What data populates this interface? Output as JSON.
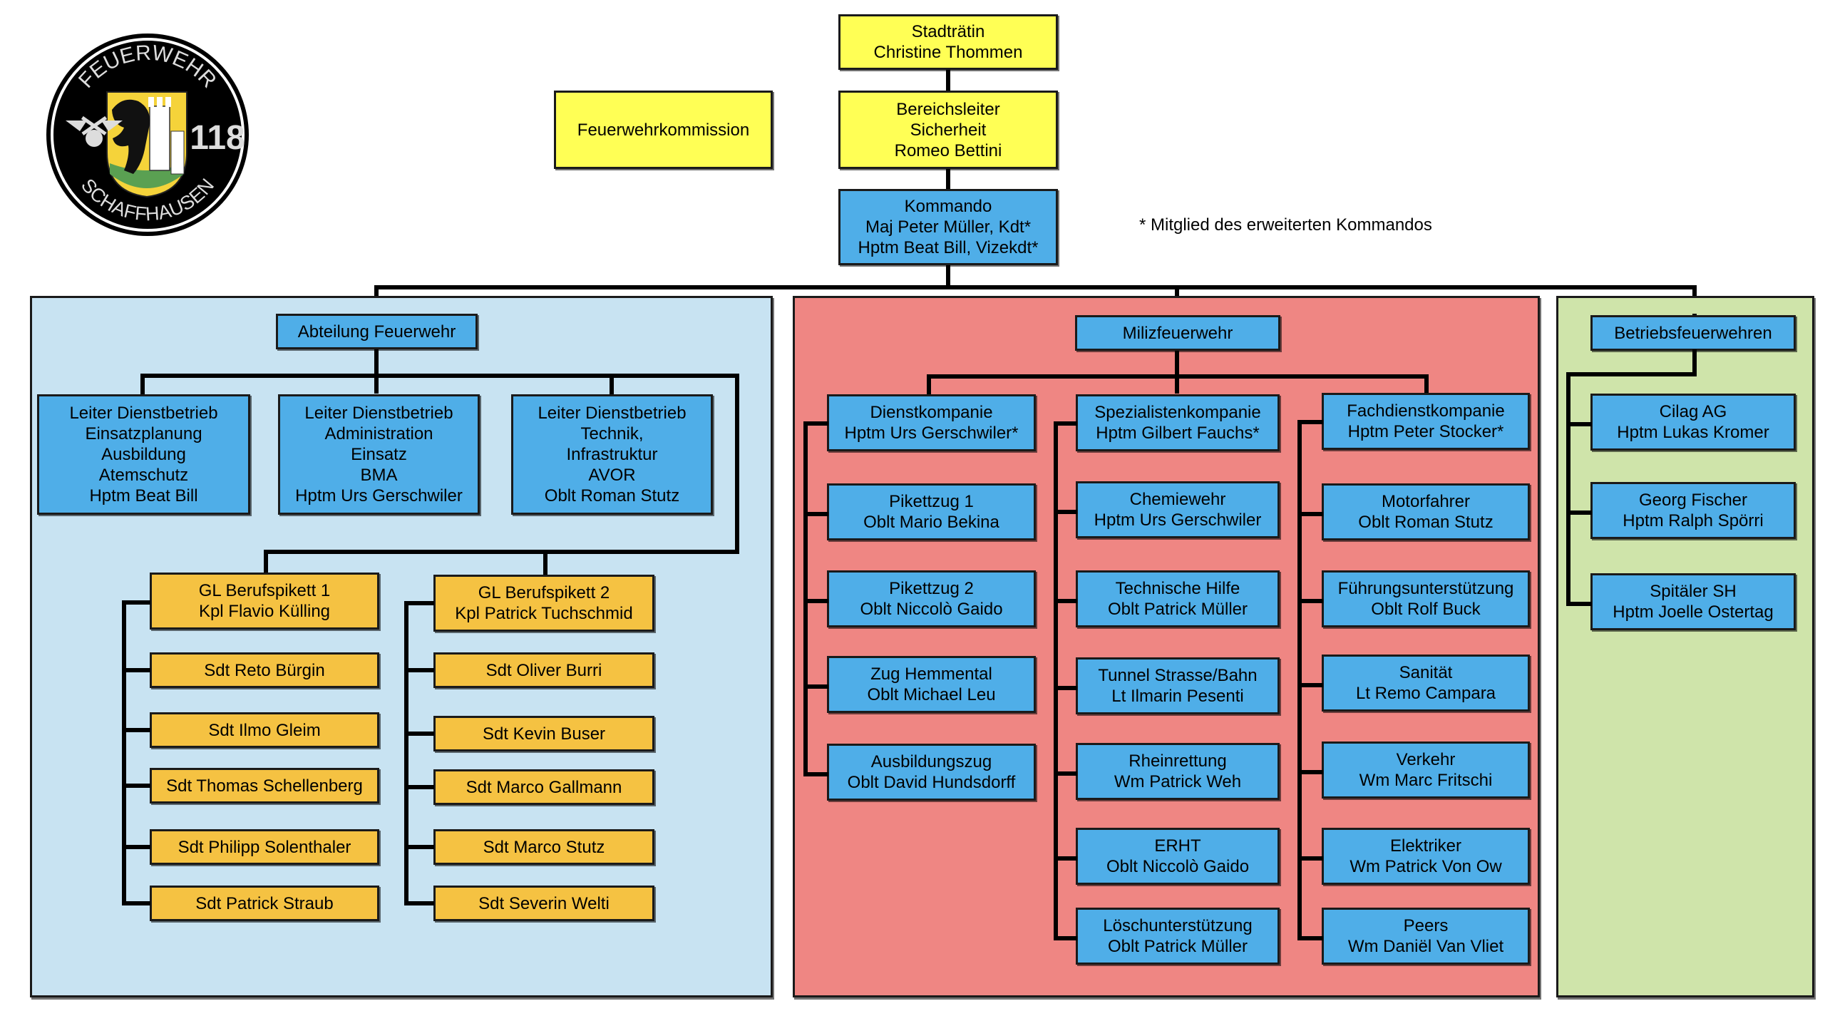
{
  "logo": {
    "top_text": "FEUERWEHR",
    "bottom_text": "SCHAFFHAUSEN",
    "number": "118",
    "colors": {
      "ring": "#000000",
      "shield_yellow": "#f5d33a",
      "hill_green": "#5aa052"
    }
  },
  "top": {
    "stadtraetin": "Stadträtin\nChristine Thommen",
    "bereichsleiter": "Bereichsleiter\nSicherheit\nRomeo Bettini",
    "kommission": "Feuerwehrkommission",
    "kommando": "Kommando\nMaj Peter Müller, Kdt*\nHptm Beat Bill, Vizekdt*",
    "footnote": "* Mitglied des erweiterten Kommandos"
  },
  "abteilung": {
    "title": "Abteilung Feuerwehr",
    "leiter": [
      "Leiter Dienstbetrieb\nEinsatzplanung\nAusbildung\nAtemschutz\nHptm Beat Bill",
      "Leiter Dienstbetrieb\nAdministration\nEinsatz\nBMA\nHptm Urs Gerschwiler",
      "Leiter Dienstbetrieb\nTechnik,\nInfrastruktur\nAVOR\nOblt Roman Stutz"
    ],
    "pikett1": {
      "head": "GL Berufspikett 1\nKpl Flavio Külling",
      "members": [
        "Sdt Reto Bürgin",
        "Sdt Ilmo Gleim",
        "Sdt Thomas Schellenberg",
        "Sdt Philipp Solenthaler",
        "Sdt Patrick Straub"
      ]
    },
    "pikett2": {
      "head": "GL Berufspikett 2\nKpl Patrick Tuchschmid",
      "members": [
        "Sdt Oliver Burri",
        "Sdt Kevin Buser",
        "Sdt Marco Gallmann",
        "Sdt Marco Stutz",
        "Sdt Severin Welti"
      ]
    }
  },
  "miliz": {
    "title": "Milizfeuerwehr",
    "columns": [
      {
        "head": "Dienstkompanie\nHptm Urs Gerschwiler*",
        "items": [
          "Pikettzug 1\nOblt Mario Bekina",
          "Pikettzug 2\nOblt Niccolò Gaido",
          "Zug Hemmental\nOblt Michael Leu",
          "Ausbildungszug\nOblt David Hundsdorff"
        ]
      },
      {
        "head": "Spezialistenkompanie\nHptm Gilbert Fauchs*",
        "items": [
          "Chemiewehr\nHptm Urs Gerschwiler",
          "Technische Hilfe\nOblt Patrick Müller",
          "Tunnel Strasse/Bahn\nLt Ilmarin Pesenti",
          "Rheinrettung\nWm Patrick Weh",
          "ERHT\nOblt Niccolò Gaido",
          "Löschunterstützung\nOblt Patrick Müller"
        ]
      },
      {
        "head": "Fachdienstkompanie\nHptm Peter Stocker*",
        "items": [
          "Motorfahrer\nOblt Roman Stutz",
          "Führungsunterstützung\nOblt Rolf Buck",
          "Sanität\nLt Remo Campara",
          "Verkehr\nWm Marc Fritschi",
          "Elektriker\nWm Patrick Von Ow",
          "Peers\nWm Daniël Van Vliet"
        ]
      }
    ]
  },
  "betrieb": {
    "title": "Betriebsfeuerwehren",
    "items": [
      "Cilag AG\nHptm Lukas Kromer",
      "Georg Fischer\nHptm Ralph Spörri",
      "Spitäler SH\nHptm Joelle Ostertag"
    ]
  },
  "colors": {
    "yellow_box": "#ffff55",
    "blue_box": "#4faee8",
    "orange_box": "#f5c242",
    "panel_lightblue": "#c8e3f2",
    "panel_red": "#ef8683",
    "panel_green": "#cfe4aa"
  }
}
